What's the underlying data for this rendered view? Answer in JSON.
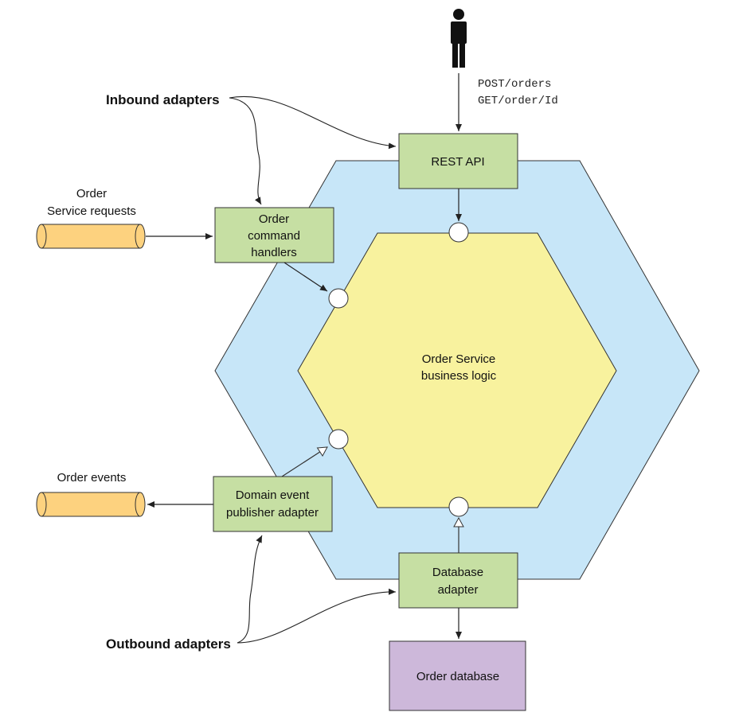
{
  "labels": {
    "inbound_adapters": "Inbound adapters",
    "outbound_adapters": "Outbound adapters",
    "api_line1": "POST/orders",
    "api_line2": "GET/order/Id",
    "requests_line1": "Order",
    "requests_line2": "Service requests",
    "order_events": "Order events"
  },
  "boxes": {
    "rest_api": "REST API",
    "command_line1": "Order",
    "command_line2": "command",
    "command_line3": "handlers",
    "publisher_line1": "Domain event",
    "publisher_line2": "publisher adapter",
    "db_adapter_line1": "Database",
    "db_adapter_line2": "adapter",
    "order_database": "Order database"
  },
  "core": {
    "line1": "Order Service",
    "line2": "business logic"
  },
  "colors": {
    "outer_hexagon": "#c7e6f8",
    "inner_hexagon": "#f8f29e",
    "adapter_box": "#c6dfa3",
    "database_box": "#cdb8da",
    "channel": "#fdd27f",
    "stroke": "#333333"
  }
}
